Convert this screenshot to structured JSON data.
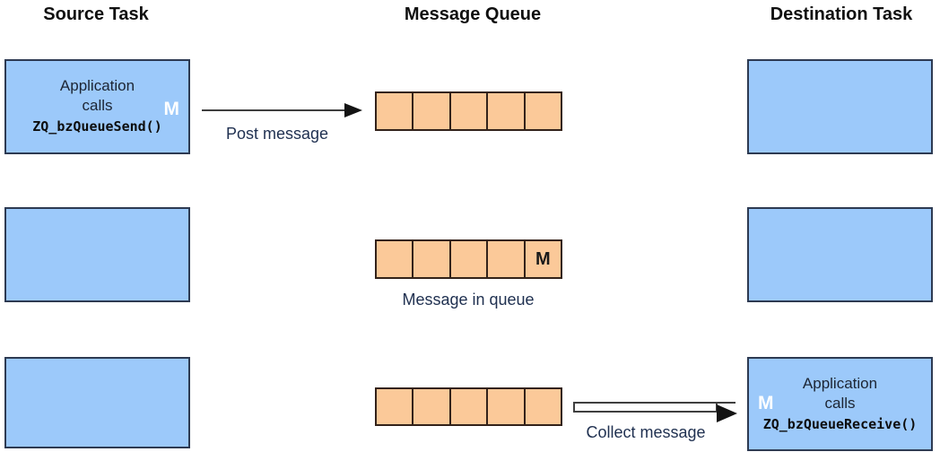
{
  "headers": {
    "source": "Source Task",
    "queue": "Message Queue",
    "destination": "Destination Task"
  },
  "colors": {
    "task_box_fill": "#9CC9FA",
    "task_box_border": "#2d3a52",
    "queue_cell_fill": "#FBC999",
    "queue_cell_border": "#33221a",
    "arrow_stroke": "#3f3f3f",
    "arrow_head": "#141414",
    "label_text": "#1f3050",
    "marker_on_box": "#ffffff",
    "marker_in_queue": "#1a1a1a"
  },
  "rows": [
    {
      "source_box": {
        "line1": "Application",
        "line2": "calls",
        "code": "ZQ_bzQueueSend()",
        "marker": "M"
      },
      "arrow_label": "Post message",
      "queue_cells": [
        "",
        "",
        "",
        "",
        ""
      ]
    },
    {
      "queue_cells": [
        "",
        "",
        "",
        "",
        "M"
      ],
      "queue_label": "Message in queue"
    },
    {
      "queue_cells": [
        "",
        "",
        "",
        "",
        ""
      ],
      "arrow_label": "Collect message",
      "dest_box": {
        "line1": "Application",
        "line2": "calls",
        "code": "ZQ_bzQueueReceive()",
        "marker": "M"
      }
    }
  ]
}
